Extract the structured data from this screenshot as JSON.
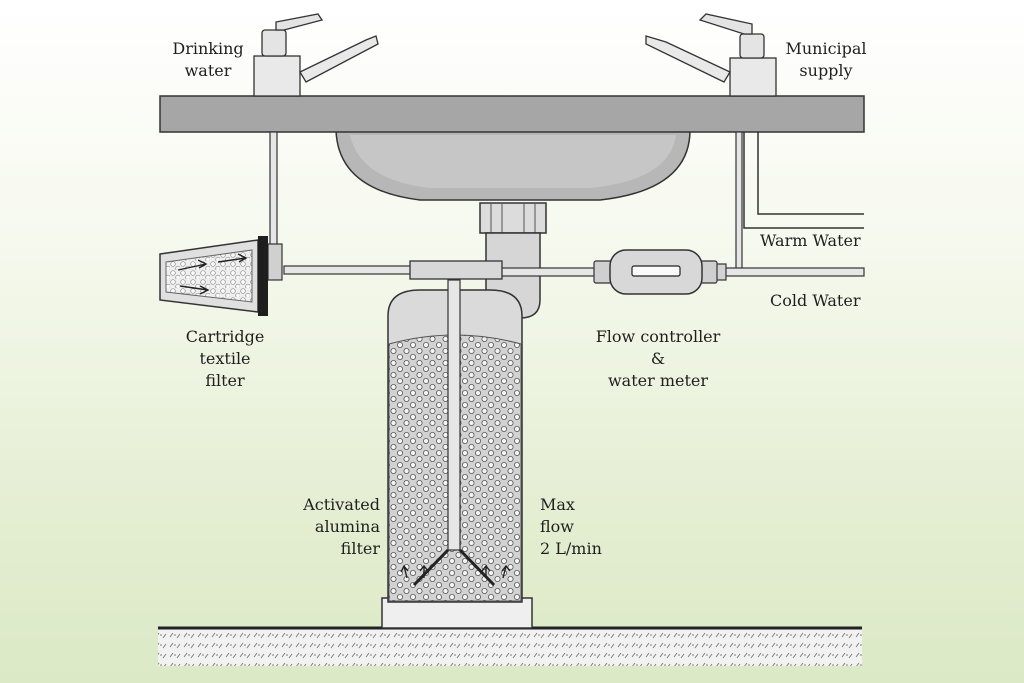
{
  "labels": {
    "drinking_water": [
      "Drinking",
      "water"
    ],
    "municipal_supply": [
      "Municipal",
      "supply"
    ],
    "warm_water": "Warm Water",
    "cold_water": "Cold Water",
    "cartridge_filter": [
      "Cartridge",
      "textile",
      "filter"
    ],
    "flow_controller": [
      "Flow controller",
      "&",
      "water  meter"
    ],
    "activated_alumina": [
      "Activated",
      "alumina",
      "filter"
    ],
    "max_flow": [
      "Max",
      "flow",
      "2 L/min"
    ]
  },
  "colors": {
    "countertop": "#a6a6a6",
    "sink": "#b9b9b9",
    "pipe": "#e6e6e6",
    "outline": "#2a2a2a",
    "cylinder": "#d4d4d4"
  }
}
